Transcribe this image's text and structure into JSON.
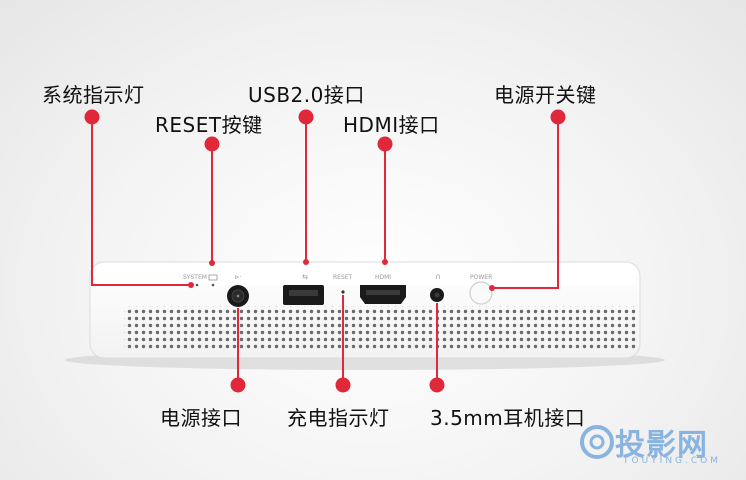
{
  "callouts": {
    "system_indicator": "系统指示灯",
    "reset_button": "RESET按键",
    "usb_port": "USB2.0接口",
    "hdmi_port": "HDMI接口",
    "power_key": "电源开关键",
    "power_port": "电源接口",
    "charge_indicator": "充电指示灯",
    "audio_port": "3.5mm耳机接口"
  },
  "panel_labels": {
    "system": "SYSTEM",
    "reset": "RESET",
    "hdmi": "HDMI",
    "power": "POWER"
  },
  "watermark": {
    "name": "投影网",
    "sub": "TOUYING.COM"
  },
  "colors": {
    "callout_red": "#e0283b",
    "device_body": "#ffffff",
    "watermark_blue": "#8ab4e0"
  }
}
